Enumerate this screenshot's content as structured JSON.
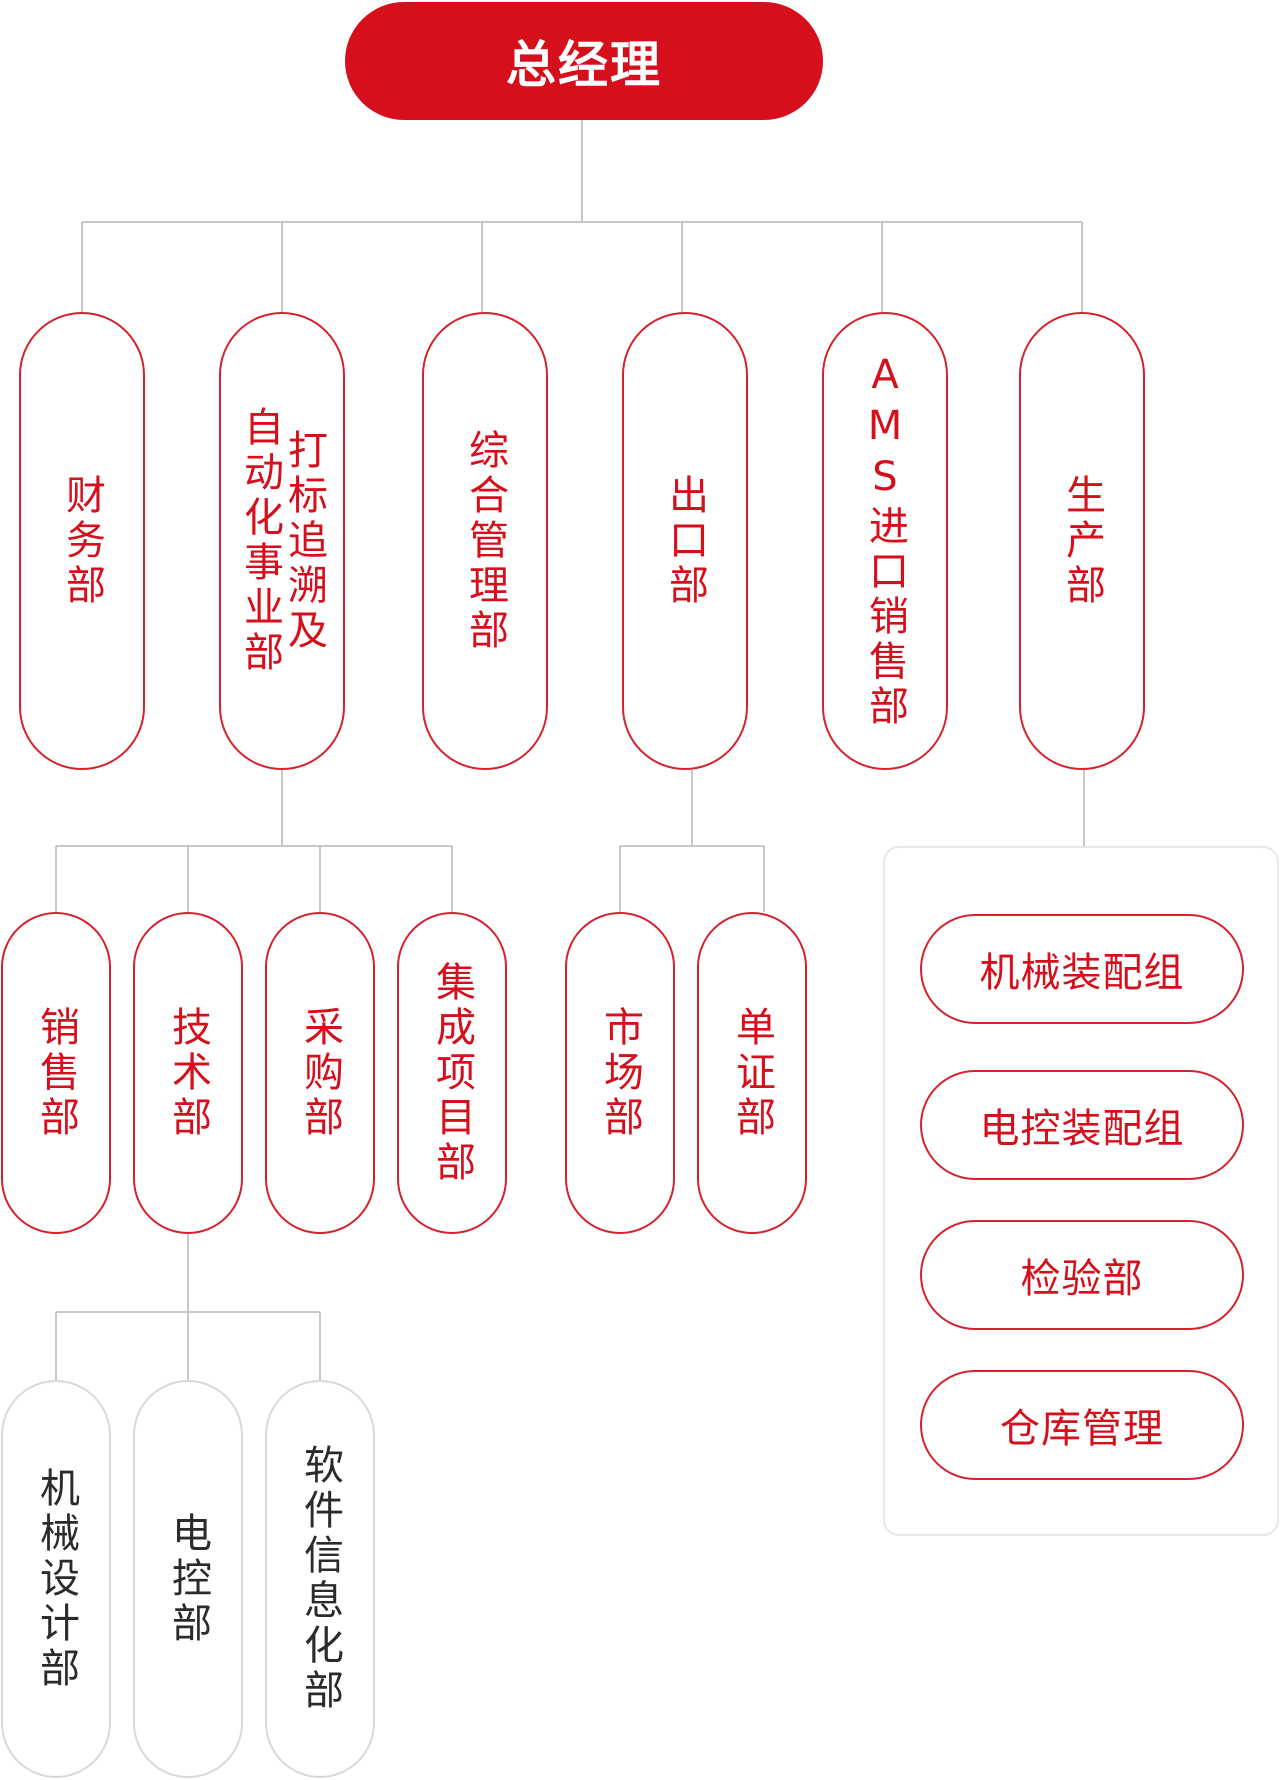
{
  "root": {
    "label": "总经理"
  },
  "departments": {
    "finance": [
      "财务部"
    ],
    "automation": [
      "打标追溯及",
      "自动化事业部"
    ],
    "admin": [
      "综合管理部"
    ],
    "export": [
      "出口部"
    ],
    "ams": [
      "AMS进口销售部"
    ],
    "production": [
      "生产部"
    ]
  },
  "automation_subs": {
    "sales": [
      "销售部"
    ],
    "tech": [
      "技术部"
    ],
    "purchase": [
      "采购部"
    ],
    "integration": [
      "集成项目部"
    ]
  },
  "export_subs": {
    "market": [
      "市场部"
    ],
    "documents": [
      "单证部"
    ]
  },
  "tech_subs": {
    "mechanical": [
      "机械设计部"
    ],
    "electrical": [
      "电控部"
    ],
    "software": [
      "软件信息化部"
    ]
  },
  "production_subs": [
    "机械装配组",
    "电控装配组",
    "检验部",
    "仓库管理"
  ],
  "colors": {
    "brand": "#d50f1c",
    "line": "#c8c8c8",
    "panel_border": "#e8e8e8",
    "gray_text": "#2b2b2b"
  }
}
